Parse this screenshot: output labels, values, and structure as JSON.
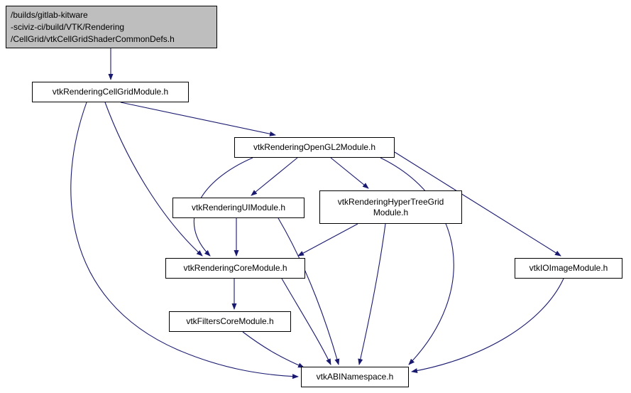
{
  "diagram": {
    "type": "include-dependency-graph",
    "background_color": "#ffffff",
    "edge_color": "#191970",
    "node_border_color": "#000000",
    "root_fill_color": "#bebebe",
    "node_fill_color": "#ffffff",
    "nodes": {
      "root": {
        "lines": {
          "0": "/builds/gitlab-kitware",
          "1": "-sciviz-ci/build/VTK/Rendering",
          "2": "/CellGrid/vtkCellGridShaderCommonDefs.h"
        }
      },
      "cellgrid": {
        "label": "vtkRenderingCellGridModule.h"
      },
      "opengl2": {
        "label": "vtkRenderingOpenGL2Module.h"
      },
      "ui": {
        "label": "vtkRenderingUIModule.h"
      },
      "htg": {
        "lines": {
          "0": "vtkRenderingHyperTreeGrid",
          "1": "Module.h"
        }
      },
      "core": {
        "label": "vtkRenderingCoreModule.h"
      },
      "ioimage": {
        "label": "vtkIOImageModule.h"
      },
      "filterscore": {
        "label": "vtkFiltersCoreModule.h"
      },
      "abi": {
        "label": "vtkABINamespace.h"
      }
    },
    "edges": [
      {
        "from": "root",
        "to": "cellgrid"
      },
      {
        "from": "cellgrid",
        "to": "opengl2"
      },
      {
        "from": "cellgrid",
        "to": "core"
      },
      {
        "from": "cellgrid",
        "to": "abi"
      },
      {
        "from": "opengl2",
        "to": "ui"
      },
      {
        "from": "opengl2",
        "to": "htg"
      },
      {
        "from": "opengl2",
        "to": "core"
      },
      {
        "from": "opengl2",
        "to": "ioimage"
      },
      {
        "from": "opengl2",
        "to": "abi"
      },
      {
        "from": "ui",
        "to": "core"
      },
      {
        "from": "ui",
        "to": "abi"
      },
      {
        "from": "htg",
        "to": "core"
      },
      {
        "from": "htg",
        "to": "abi"
      },
      {
        "from": "core",
        "to": "filterscore"
      },
      {
        "from": "core",
        "to": "abi"
      },
      {
        "from": "filterscore",
        "to": "abi"
      },
      {
        "from": "ioimage",
        "to": "abi"
      }
    ]
  }
}
